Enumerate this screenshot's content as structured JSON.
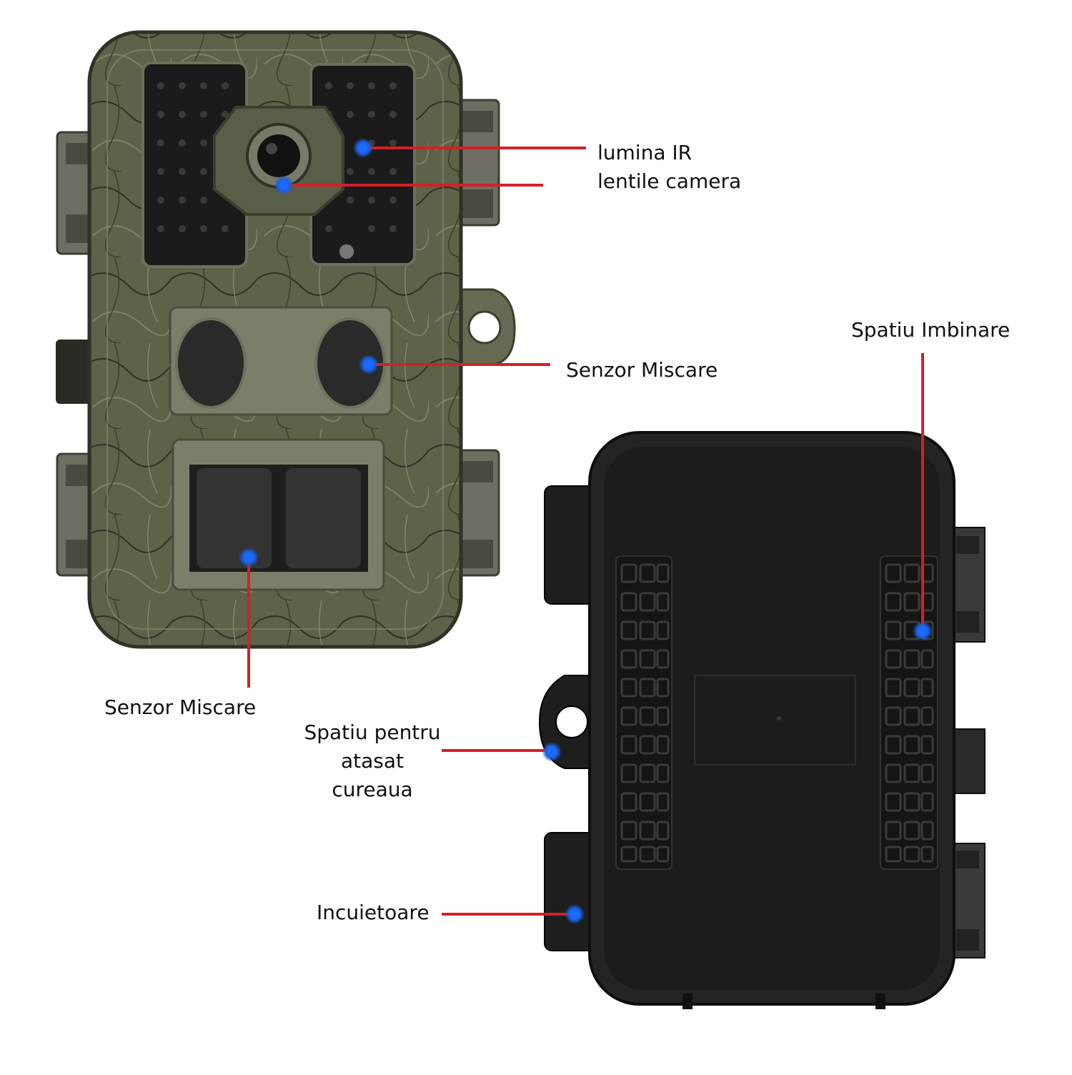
{
  "labels": {
    "ir_light": "lumina IR",
    "camera_lens": "lentile camera",
    "motion_sensor_upper": "Senzor Miscare",
    "motion_sensor_lower": "Senzor Miscare",
    "joint_space": "Spatiu Imbinare",
    "strap_space_line1": "Spatiu pentru",
    "strap_space_line2": "atasat",
    "strap_space_line3": "cureaua",
    "lock": "Incuietoare"
  },
  "colors": {
    "background": "#ffffff",
    "leader_line": "#d41f26",
    "marker_dot": "#1a6cff",
    "camo_base": "#5b5f45",
    "camo_dark": "#3c3f2d",
    "lens_panel": "#1a1a1a",
    "back_body": "#1e1e1e",
    "text": "#111111"
  }
}
